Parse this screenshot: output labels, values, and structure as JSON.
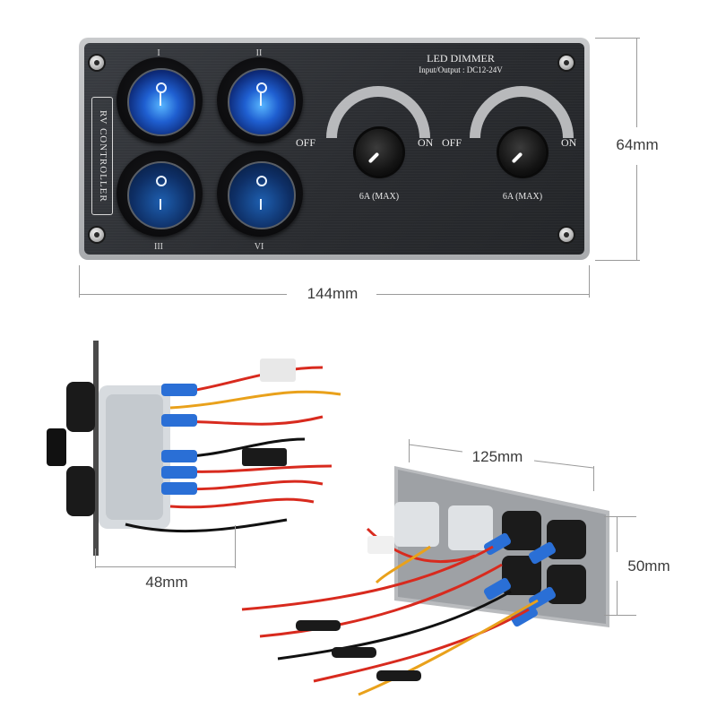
{
  "panel": {
    "side_label": "RV CONTROLLER",
    "switch_labels": [
      "I",
      "II",
      "III",
      "VI"
    ],
    "dimmer_title": "LED DIMMER",
    "dimmer_io": "Input/Output : DC12-24V",
    "knob_off_label": "OFF",
    "knob_on_label": "ON",
    "rating_label": "6A (MAX)"
  },
  "dimensions": {
    "width": "144mm",
    "height": "64mm",
    "depth": "48mm",
    "mount_width": "125mm",
    "mount_height": "50mm"
  },
  "colors": {
    "switch_glow": "#2f7dff",
    "panel_face": "#2c2e32",
    "wire_red": "#d82a1e",
    "terminal_blue": "#2a6fd6"
  }
}
